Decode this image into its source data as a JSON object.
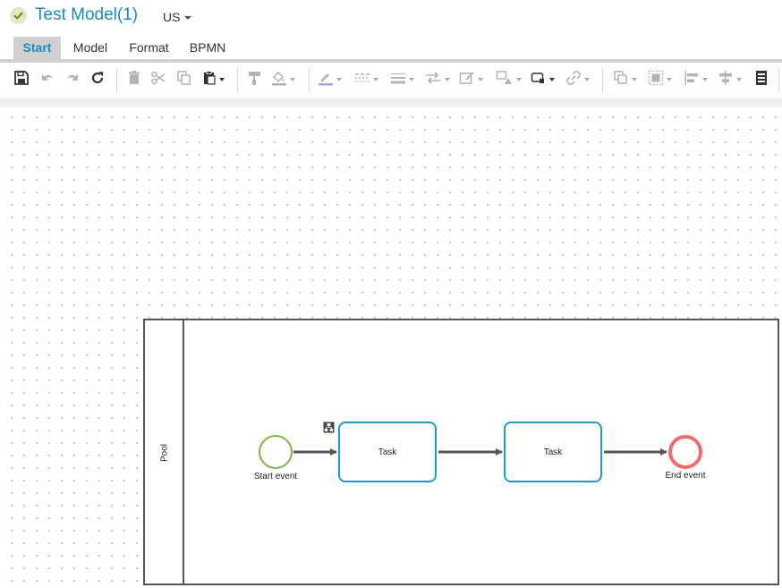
{
  "header": {
    "model_title": "Test Model(1)",
    "language": "US"
  },
  "tabs": [
    {
      "label": "Start",
      "active": true
    },
    {
      "label": "Model",
      "active": false
    },
    {
      "label": "Format",
      "active": false
    },
    {
      "label": "BPMN",
      "active": false
    }
  ],
  "toolbar": {
    "icons": [
      "save-icon",
      "undo-icon",
      "redo-icon",
      "refresh-icon",
      "delete-icon",
      "cut-icon",
      "copy-icon",
      "paste-icon",
      "format-painter-icon",
      "fill-color-icon",
      "line-color-icon",
      "line-style-icon",
      "line-width-icon",
      "connector-direction-icon",
      "edit-style-icon",
      "shape-icon",
      "shadow-icon",
      "link-icon",
      "arrange-icon",
      "group-icon",
      "align-icon",
      "distribute-icon",
      "properties-icon"
    ]
  },
  "diagram": {
    "pool_label": "Pool",
    "start_event_label": "Start event",
    "task_1_label": "Task",
    "task_2_label": "Task",
    "end_event_label": "End event"
  },
  "colors": {
    "accent": "#1a8ac6",
    "task_border": "#1d9bd1",
    "start_event": "#7cb342",
    "end_event": "#f26b6b",
    "status_check": "#7cb342"
  }
}
